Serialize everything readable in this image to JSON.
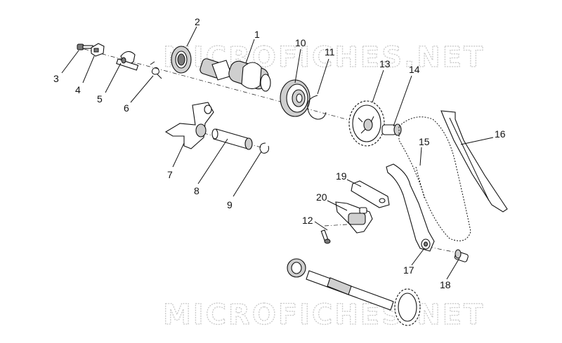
{
  "watermark": {
    "text_top": "MICROFICHES.NET",
    "text_bottom": "MICROFICHES.NET"
  },
  "parts": [
    {
      "id": "1"
    },
    {
      "id": "2"
    },
    {
      "id": "3"
    },
    {
      "id": "4"
    },
    {
      "id": "5"
    },
    {
      "id": "6"
    },
    {
      "id": "7"
    },
    {
      "id": "8"
    },
    {
      "id": "9"
    },
    {
      "id": "10"
    },
    {
      "id": "11"
    },
    {
      "id": "12"
    },
    {
      "id": "13"
    },
    {
      "id": "14"
    },
    {
      "id": "15"
    },
    {
      "id": "16"
    },
    {
      "id": "17"
    },
    {
      "id": "18"
    },
    {
      "id": "19"
    },
    {
      "id": "20"
    }
  ],
  "labels": {
    "p1": "1",
    "p2": "2",
    "p3": "3",
    "p4": "4",
    "p5": "5",
    "p6": "6",
    "p7": "7",
    "p8": "8",
    "p9": "9",
    "p10": "10",
    "p11": "11",
    "p12": "12",
    "p13": "13",
    "p14": "14",
    "p15": "15",
    "p16": "16",
    "p17": "17",
    "p18": "18",
    "p19": "19",
    "p20": "20"
  }
}
